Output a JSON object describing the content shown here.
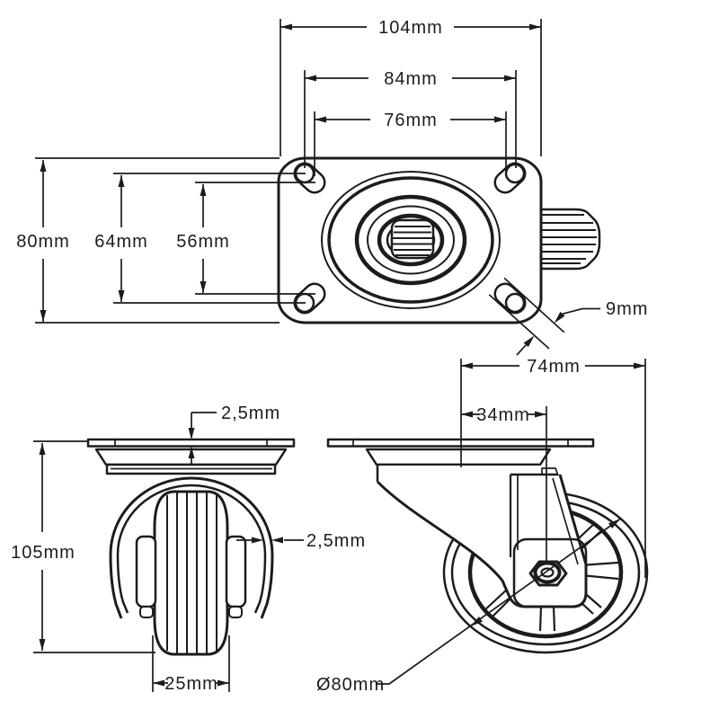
{
  "colors": {
    "background": "#ffffff",
    "line": "#1c1c1c"
  },
  "dimensions": {
    "top_view": {
      "plate_width": "104mm",
      "hole_centers_width": "84mm",
      "hole_inner_width": "76mm",
      "plate_depth": "80mm",
      "hole_centers_depth": "64mm",
      "hole_inner_depth": "56mm",
      "slot_width": "9mm"
    },
    "front_view": {
      "plate_thickness": "2,5mm",
      "total_height": "105mm",
      "bracket_thickness": "2,5mm",
      "wheel_width": "25mm"
    },
    "side_view": {
      "total_length": "74mm",
      "swivel_offset": "34mm",
      "wheel_diameter": "Ø80mm"
    }
  }
}
